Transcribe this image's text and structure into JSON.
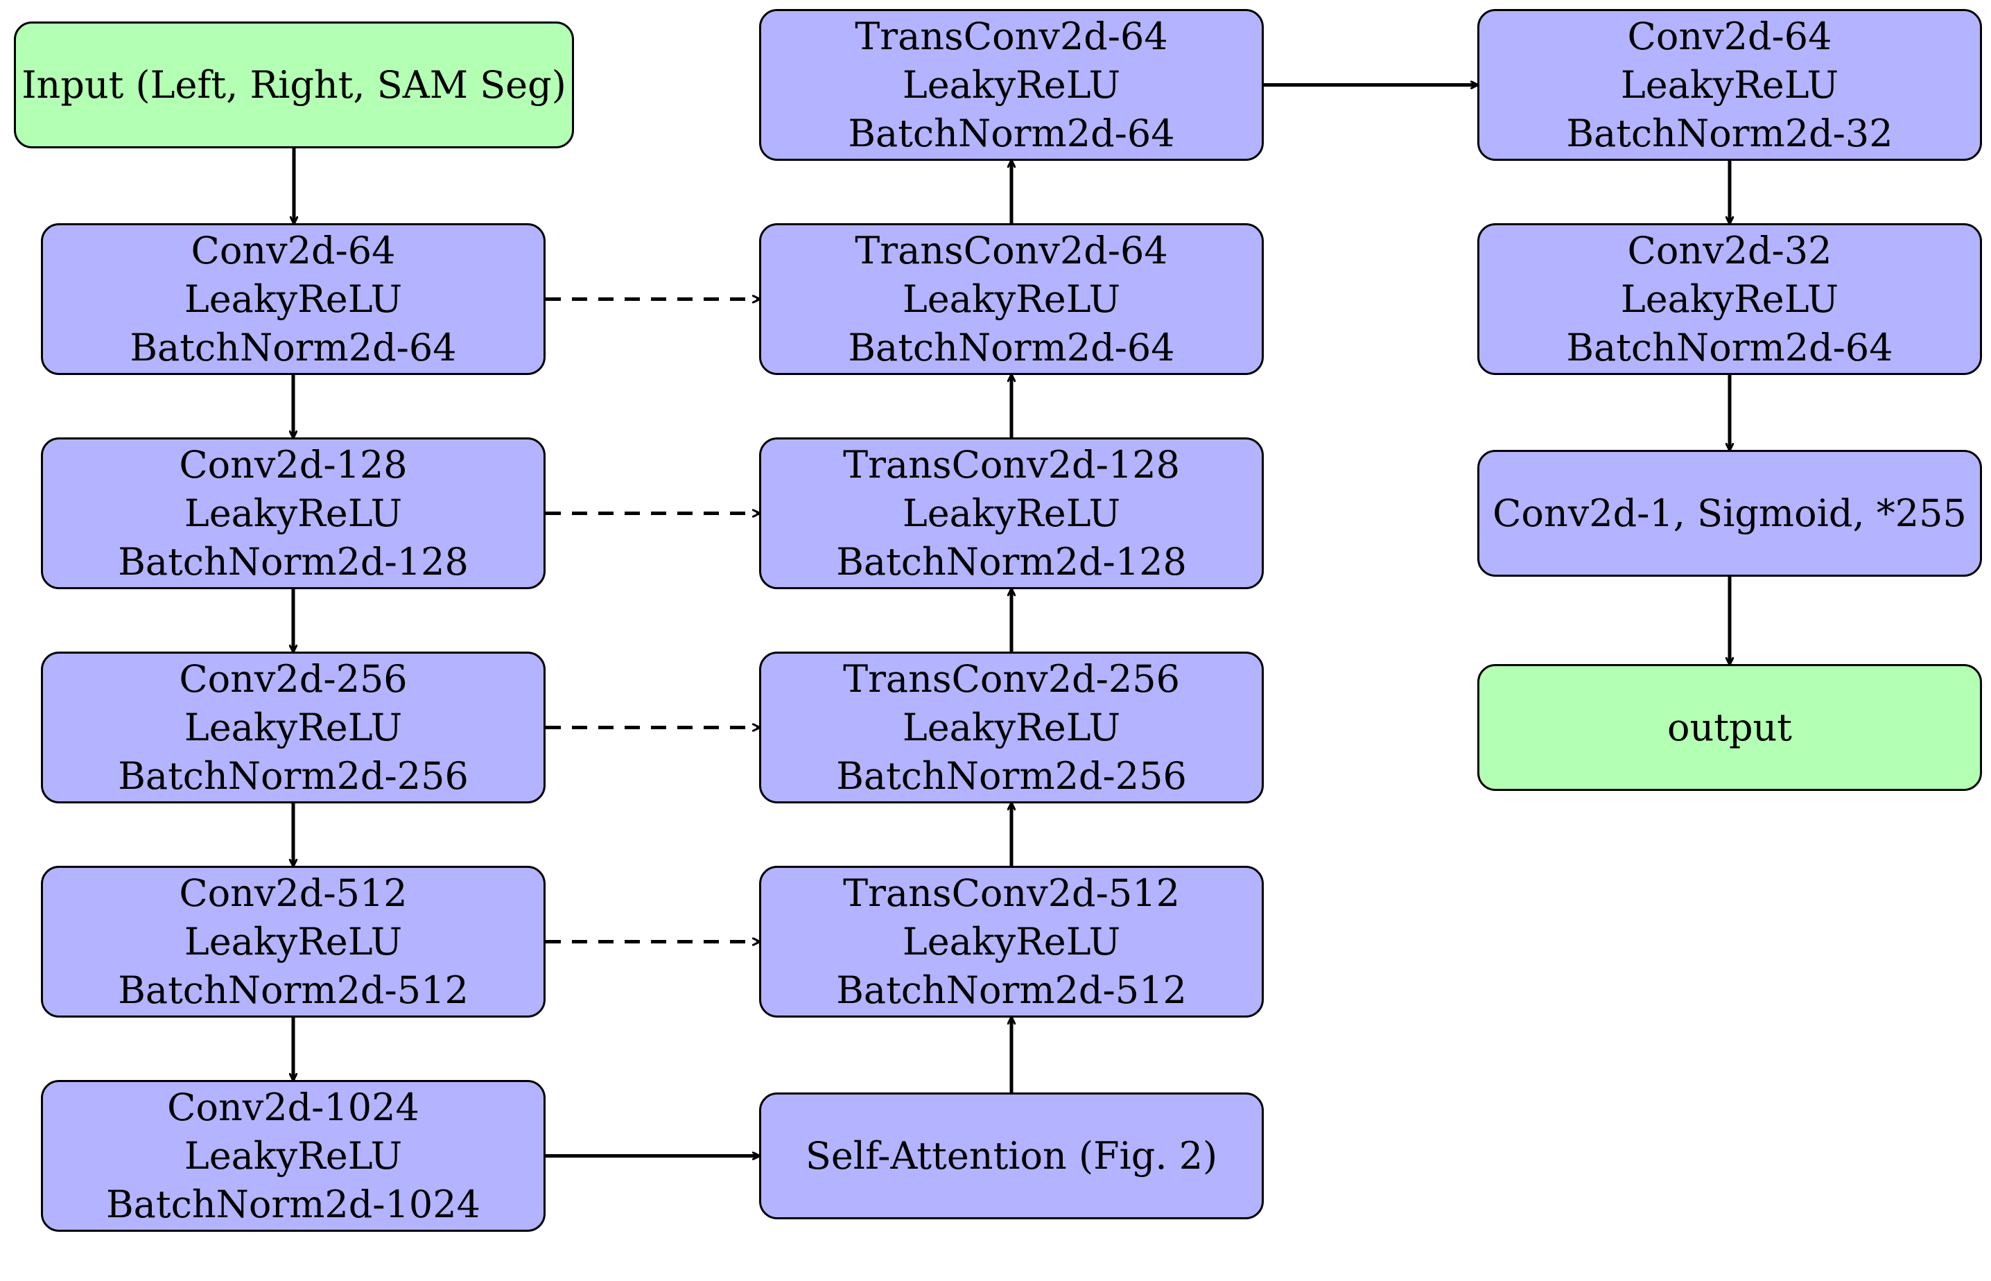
{
  "colors": {
    "layer_fill": "#b3b3ff",
    "io_fill": "#b3ffb3",
    "stroke": "#000000"
  },
  "nodes": {
    "input": {
      "lines": [
        "Input (Left, Right, SAM Seg)"
      ]
    },
    "enc1": {
      "lines": [
        "Conv2d-64",
        "LeakyReLU",
        "BatchNorm2d-64"
      ]
    },
    "enc2": {
      "lines": [
        "Conv2d-128",
        "LeakyReLU",
        "BatchNorm2d-128"
      ]
    },
    "enc3": {
      "lines": [
        "Conv2d-256",
        "LeakyReLU",
        "BatchNorm2d-256"
      ]
    },
    "enc4": {
      "lines": [
        "Conv2d-512",
        "LeakyReLU",
        "BatchNorm2d-512"
      ]
    },
    "enc5": {
      "lines": [
        "Conv2d-1024",
        "LeakyReLU",
        "BatchNorm2d-1024"
      ]
    },
    "attn": {
      "lines": [
        "Self-Attention (Fig. 2)"
      ]
    },
    "dec5": {
      "lines": [
        "TransConv2d-512",
        "LeakyReLU",
        "BatchNorm2d-512"
      ]
    },
    "dec4": {
      "lines": [
        "TransConv2d-256",
        "LeakyReLU",
        "BatchNorm2d-256"
      ]
    },
    "dec3": {
      "lines": [
        "TransConv2d-128",
        "LeakyReLU",
        "BatchNorm2d-128"
      ]
    },
    "dec2": {
      "lines": [
        "TransConv2d-64",
        "LeakyReLU",
        "BatchNorm2d-64"
      ]
    },
    "dec1": {
      "lines": [
        "TransConv2d-64",
        "LeakyReLU",
        "BatchNorm2d-64"
      ]
    },
    "head1": {
      "lines": [
        "Conv2d-64",
        "LeakyReLU",
        "BatchNorm2d-32"
      ]
    },
    "head2": {
      "lines": [
        "Conv2d-32",
        "LeakyReLU",
        "BatchNorm2d-64"
      ]
    },
    "head3": {
      "lines": [
        "Conv2d-1, Sigmoid, *255"
      ]
    },
    "output": {
      "lines": [
        "output"
      ]
    }
  },
  "edges": [
    {
      "from": "input",
      "to": "enc1",
      "style": "solid"
    },
    {
      "from": "enc1",
      "to": "enc2",
      "style": "solid"
    },
    {
      "from": "enc2",
      "to": "enc3",
      "style": "solid"
    },
    {
      "from": "enc3",
      "to": "enc4",
      "style": "solid"
    },
    {
      "from": "enc4",
      "to": "enc5",
      "style": "solid"
    },
    {
      "from": "enc5",
      "to": "attn",
      "style": "solid"
    },
    {
      "from": "attn",
      "to": "dec5",
      "style": "solid"
    },
    {
      "from": "dec5",
      "to": "dec4",
      "style": "solid"
    },
    {
      "from": "dec4",
      "to": "dec3",
      "style": "solid"
    },
    {
      "from": "dec3",
      "to": "dec2",
      "style": "solid"
    },
    {
      "from": "dec2",
      "to": "dec1",
      "style": "solid"
    },
    {
      "from": "dec1",
      "to": "head1",
      "style": "solid"
    },
    {
      "from": "head1",
      "to": "head2",
      "style": "solid"
    },
    {
      "from": "head2",
      "to": "head3",
      "style": "solid"
    },
    {
      "from": "head3",
      "to": "output",
      "style": "solid"
    },
    {
      "from": "enc1",
      "to": "dec2",
      "style": "dashed"
    },
    {
      "from": "enc2",
      "to": "dec3",
      "style": "dashed"
    },
    {
      "from": "enc3",
      "to": "dec4",
      "style": "dashed"
    },
    {
      "from": "enc4",
      "to": "dec5",
      "style": "dashed"
    }
  ]
}
